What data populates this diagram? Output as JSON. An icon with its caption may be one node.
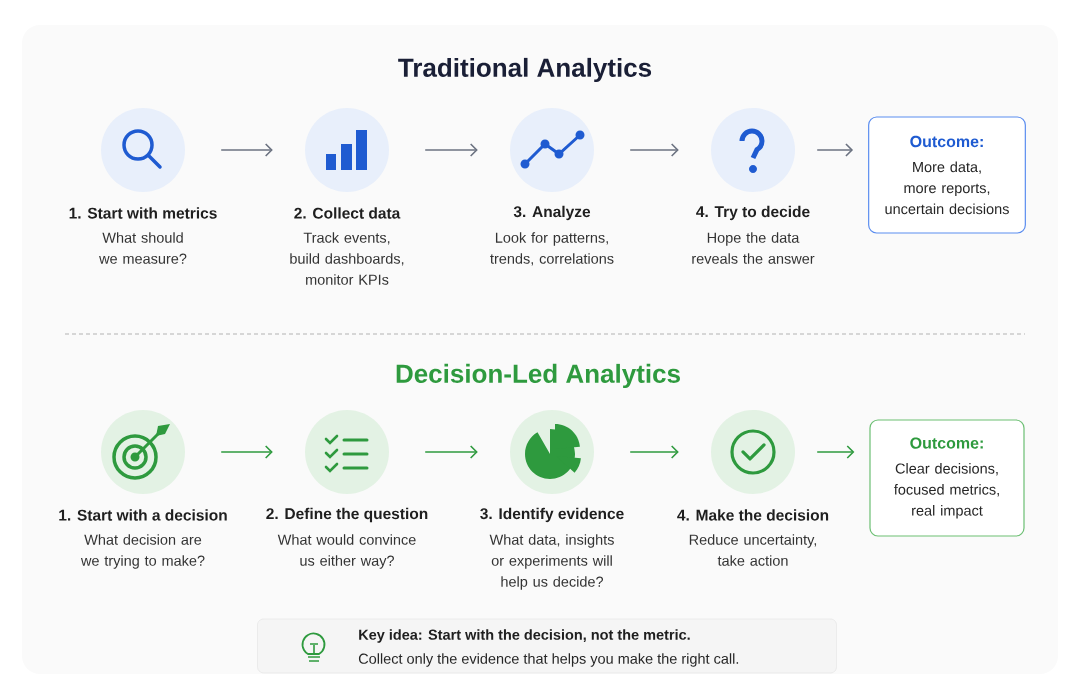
{
  "diagram": {
    "nodes": [
      {
        "text": [
          "1. Start with metrics",
          "What should we measure?"
        ]
      },
      {
        "text": [
          "2. Collect data",
          "Track events, build dashboards, monitor KPIs"
        ]
      },
      {
        "text": [
          "3. Analyze",
          "Look for patterns, trends, correlations"
        ]
      },
      {
        "text": [
          "4. Try to decide",
          "Hope the data reveals the answer"
        ]
      },
      {
        "text": [
          "Outcome:",
          "More data, more reports, uncertain decisions"
        ]
      },
      {
        "text": [
          "1. Start with a decision",
          "What decision are we trying to make?"
        ]
      },
      {
        "text": [
          "2. Define the question",
          "What would convince us either way?"
        ]
      },
      {
        "text": [
          "3. Identify evidence",
          "What data, insights or experiments will help us decide?"
        ]
      },
      {
        "text": [
          "4. Make the decision",
          "Reduce uncertainty, take action"
        ]
      },
      {
        "text": [
          "Outcome:",
          "Clear decisions, focused metrics, real impact"
        ]
      },
      {
        "text": [
          "Key idea: Start with the decision, not the metric.",
          "Collect only the evidence that helps you make the right call."
        ]
      }
    ],
    "edges": [
      {
        "from": 0,
        "to": 1,
        "arrow": "to",
        "color": "#6b7280"
      },
      {
        "from": 1,
        "to": 2,
        "arrow": "to",
        "color": "#6b7280"
      },
      {
        "from": 2,
        "to": 3,
        "arrow": "to",
        "color": "#6b7280"
      },
      {
        "from": 3,
        "to": 4,
        "arrow": "to",
        "color": "#6b7280"
      },
      {
        "from": 5,
        "to": 6,
        "arrow": "to",
        "color": "#2e9a3e"
      },
      {
        "from": 6,
        "to": 7,
        "arrow": "to",
        "color": "#2e9a3e"
      },
      {
        "from": 7,
        "to": 8,
        "arrow": "to",
        "color": "#2e9a3e"
      },
      {
        "from": 8,
        "to": 9,
        "arrow": "to",
        "color": "#2e9a3e"
      }
    ],
    "labels": [
      "Traditional Analytics",
      "Decision-Led Analytics"
    ]
  }
}
